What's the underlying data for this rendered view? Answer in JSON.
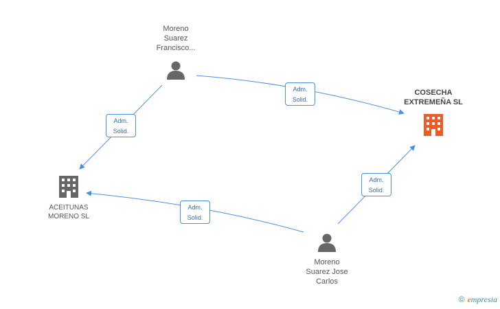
{
  "nodes": {
    "person_francisco": {
      "label": "Moreno\nSuarez\nFrancisco..."
    },
    "person_jose": {
      "label": "Moreno\nSuarez Jose\nCarlos"
    },
    "company_cosecha": {
      "label": "COSECHA\nEXTREMEÑA SL"
    },
    "company_aceitunas": {
      "label": "ACEITUNAS\nMORENO SL"
    }
  },
  "edges": [
    {
      "from": "person_francisco",
      "to": "company_cosecha",
      "label": "Adm.\nSolid."
    },
    {
      "from": "person_francisco",
      "to": "company_aceitunas",
      "label": "Adm.\nSolid."
    },
    {
      "from": "person_jose",
      "to": "company_cosecha",
      "label": "Adm.\nSolid."
    },
    {
      "from": "person_jose",
      "to": "company_aceitunas",
      "label": "Adm.\nSolid."
    }
  ],
  "watermark": {
    "copyright": "©",
    "brand_initial": "e",
    "brand_rest": "mpresia"
  },
  "colors": {
    "edge": "#4a90e2",
    "main_company": "#f05a28",
    "company": "#666666",
    "person": "#666666"
  }
}
